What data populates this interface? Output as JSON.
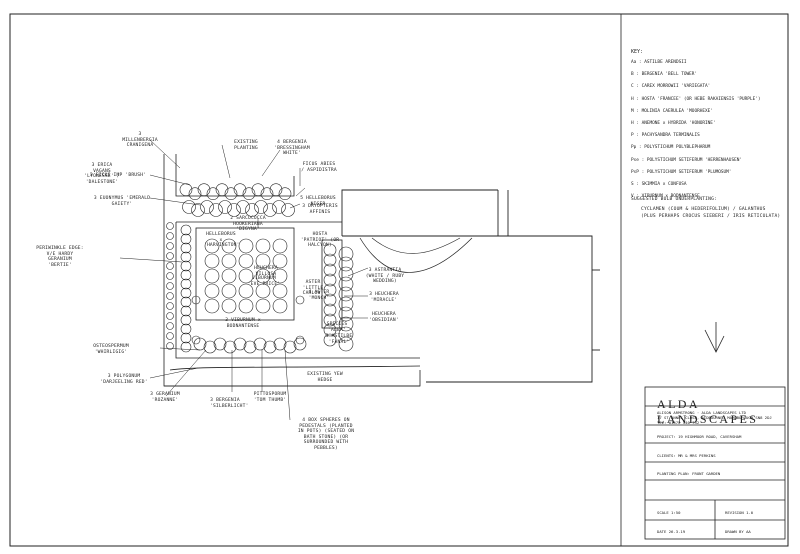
{
  "key": {
    "title": "KEY:",
    "items": [
      "Aa : ASTILBE ARENDSII",
      "B : BERGENIA 'BELL TOWER'",
      "C : CAREX MORROWII 'VARIEGATA'",
      "H : HOSTA 'FRANCEE' (OR HEBE RAKAIENSIS 'PURPLE')",
      "M : MOLINIA CAERULEA 'MOORHEXE'",
      "H : ANEMONE x HYBRIDA 'HONORINE'",
      "P : PACHYSANDRA TERMINALIS",
      "Pp : POLYSTICHUM POLYBLEPHARUM",
      "Pse : POLYSTICHUM SETIFERUM 'HERRENHAUSEN'",
      "PsP : POLYSTICHUM SETIFERUM 'PLUMOSUM'",
      "S : SKIMMIA x CONFUSA",
      "V : VIBURNUM x BODNANTENSE"
    ]
  },
  "bulbs": {
    "title": "SUGGESTED BULB UNDERPLANTING:",
    "lines": [
      "CYCLAMEN (COUM & HEDERIFOLIUM) / GALANTHUS",
      "(PLUS PERHAPS CROCUS SIEBERI / IRIS RETICULATA)"
    ]
  },
  "plan_labels": [
    "3 MILLENBERGIA CRANIGENA",
    "3 ERICA VAGANS 'LYONESSE' / 'DALESTONE'",
    "3 FICUS IMP 'BRUSH'",
    "4 BERGENIA 'BRESSINGHAM WHITE'",
    "FICUS ABIES / ASPIDISTRA",
    "3 EUONYMUS 'EMERALD GAIETY'",
    "5 HELLEBORUS NIGER",
    "3 DRYOPTERIS AFFINIS",
    "2 SARCOCOCCA HOOKERIANA 'DIGYNA'",
    "EXISTING PLANTING",
    "PERIWINKLE EDGE: V/E HARDY GERANIUM 'BERTIE'",
    "HELLEBORUS x 'HARVINGTON'",
    "HOSTA 'PATRIOT' (OR HALCYON)",
    "HEUCHERA VILLOSA",
    "VIBURNUM 'EVE PRICE'",
    "ASTER 'LITTLE CARLOW'",
    "4 ASTER 'MONCH'",
    "3 VIBURNUM x BODNANTENSE",
    "3 ASTRANTIA (WHITE / RUBY WEDDING)",
    "3 HEUCHERA 'MIRACLE'",
    "HEUCHERA 'OBSIDIAN'",
    "3 ASTILBE 'FANAL'",
    "OSTEOSPERMUM 'WHIRLIGIG'",
    "3 POLYGONUM 'DARJEELING RED'",
    "SPECIES 'ALBA'",
    "EXISTING YEW HEDGE",
    "3 GERANIUM 'ROZANNE'",
    "3 BERGENIA 'SILBERLICHT'",
    "PITTOSPORUM 'TOM THUMB'",
    "4 BOX SPHERES ON PEDESTALS (PLANTED IN POTS) (SEATED ON BATH STONE) (OR SURROUNDED WITH PEBBLES)"
  ],
  "title_block": {
    "company": "ALDA LANDSCAPES",
    "address": [
      "ALISON ARMSTRONG · ALDA LANDSCAPES LTD",
      "17 ST ANNES CLOSE, ALDBOURNE, MARLBOROUGH SN8 2DJ",
      "TEL: 01672 540 732"
    ],
    "project": "PROJECT: 19 HIGHMOOR ROAD, CAVERSHAM",
    "clients": "CLIENTS: MR & MRS PERKINS",
    "drawing": "PLANTING PLAN: FRONT GARDEN",
    "scale": "SCALE 1:50",
    "revision": "REVISION 1.0",
    "date": "DATE 26.3.19",
    "drawn": "DRAWN BY AA"
  }
}
